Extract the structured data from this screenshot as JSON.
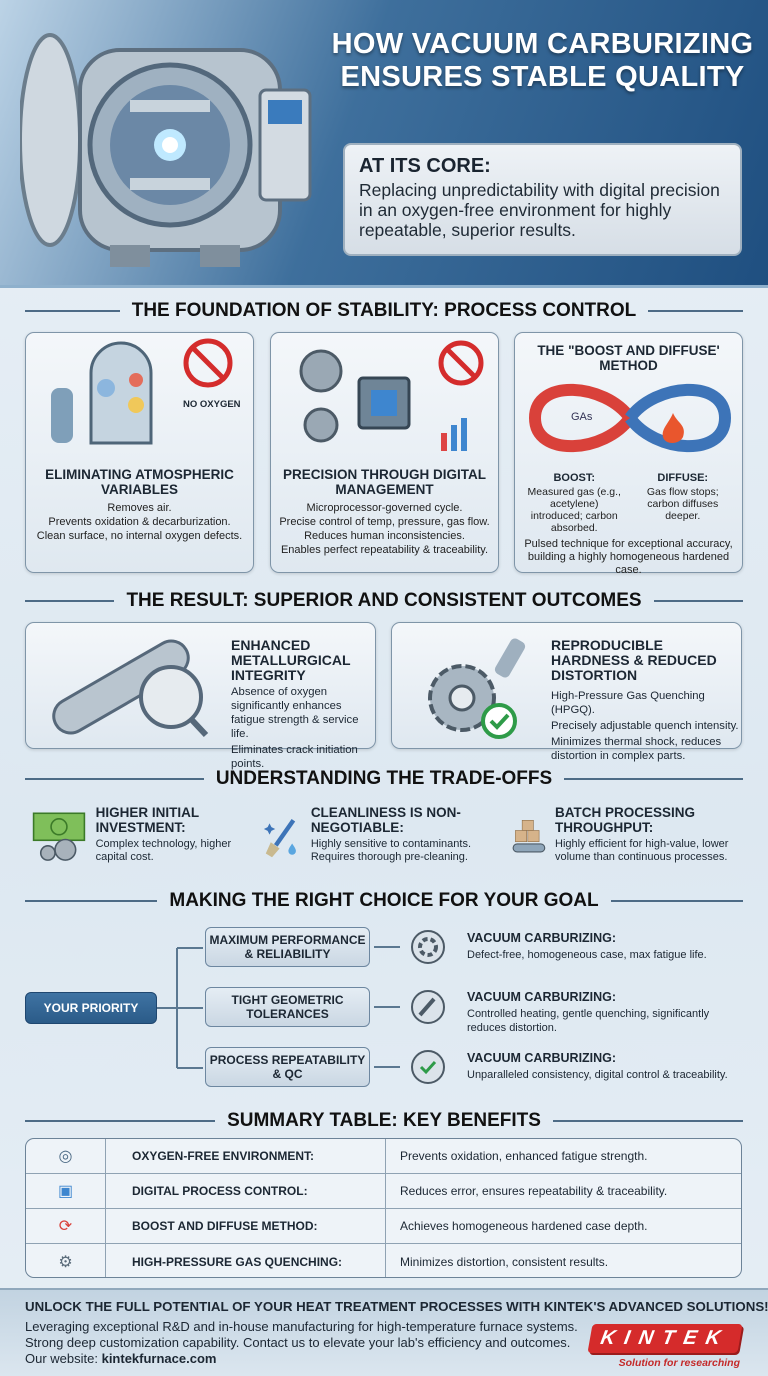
{
  "header": {
    "title": "HOW VACUUM CARBURIZING ENSURES STABLE QUALITY",
    "core_label": "AT ITS CORE:",
    "core_text": "Replacing unpredictability with digital precision in an oxygen-free environment for highly repeatable, superior results."
  },
  "foundation": {
    "title": "THE FOUNDATION OF STABILITY: PROCESS CONTROL",
    "cards": [
      {
        "icon": "vacuum-chamber-icon",
        "badge": "NO OXYGEN",
        "title": "ELIMINATING ATMOSPHERIC VARIABLES",
        "lines": [
          "Removes air.",
          "Prevents oxidation & decarburization.",
          "Clean surface, no internal oxygen defects."
        ]
      },
      {
        "icon": "microprocessor-icon",
        "title": "PRECISION THROUGH DIGITAL MANAGEMENT",
        "lines": [
          "Microprocessor-governed cycle.",
          "Precise control of temp, pressure, gas flow.",
          "Reduces human inconsistencies.",
          "Enables perfect repeatability & traceability."
        ]
      },
      {
        "icon": "boost-diffuse-cycle-icon",
        "title": "THE \"BOOST AND DIFFUSE' METHOD",
        "gas_label": "GAs",
        "boost_label": "BOOST:",
        "boost_text": "Measured gas (e.g., acetylene) introduced; carbon absorbed.",
        "diffuse_label": "DIFFUSE:",
        "diffuse_text": "Gas flow stops; carbon diffuses deeper.",
        "summary": "Pulsed technique for exceptional accuracy, building a highly homogeneous hardened case."
      }
    ]
  },
  "result": {
    "title": "THE RESULT: SUPERIOR AND CONSISTENT OUTCOMES",
    "cards": [
      {
        "icon": "magnifier-shaft-icon",
        "title": "ENHANCED METALLURGICAL INTEGRITY",
        "lines": [
          "Absence of oxygen significantly enhances fatigue strength & service life.",
          "Eliminates crack initiation points."
        ]
      },
      {
        "icon": "gear-quench-check-icon",
        "title": "REPRODUCIBLE HARDNESS & REDUCED DISTORTION",
        "lines": [
          "High-Pressure Gas Quenching (HPGQ).",
          "Precisely adjustable quench intensity.",
          "Minimizes thermal shock, reduces distortion in complex parts."
        ]
      }
    ]
  },
  "tradeoffs": {
    "title": "UNDERSTANDING THE TRADE-OFFS",
    "items": [
      {
        "icon": "money-gears-icon",
        "title": "HIGHER INITIAL INVESTMENT:",
        "text": "Complex technology, higher capital cost."
      },
      {
        "icon": "brush-icon",
        "title": "CLEANLINESS IS NON-NEGOTIABLE:",
        "text": "Highly sensitive to contaminants. Requires thorough pre-cleaning."
      },
      {
        "icon": "boxes-conveyor-icon",
        "title": "BATCH PROCESSING THROUGHPUT:",
        "text": "Highly efficient for high-value, lower volume than continuous processes."
      }
    ]
  },
  "choice": {
    "title": "MAKING THE RIGHT CHOICE FOR YOUR GOAL",
    "priority": "YOUR PRIORITY",
    "options": [
      {
        "goal": "MAXIMUM PERFORMANCE & RELIABILITY",
        "icon": "gear-icon",
        "result_title": "VACUUM CARBURIZING:",
        "result_text": "Defect-free, homogeneous case, max fatigue life."
      },
      {
        "goal": "TIGHT GEOMETRIC TOLERANCES",
        "icon": "micrometer-icon",
        "result_title": "VACUUM CARBURIZING:",
        "result_text": "Controlled heating, gentle quenching, significantly reduces distortion."
      },
      {
        "goal": "PROCESS REPEATABILITY & QC",
        "icon": "check-magnifier-icon",
        "result_title": "VACUUM CARBURIZING:",
        "result_text": "Unparalleled consistency, digital control & traceability."
      }
    ]
  },
  "summary": {
    "title": "SUMMARY TABLE: KEY BENEFITS",
    "rows": [
      {
        "icon": "furnace-icon",
        "key": "OXYGEN-FREE ENVIRONMENT:",
        "value": "Prevents oxidation, enhanced fatigue strength."
      },
      {
        "icon": "chip-icon",
        "key": "DIGITAL PROCESS CONTROL:",
        "value": "Reduces error, ensures repeatability & traceability."
      },
      {
        "icon": "cycle-icon",
        "key": "BOOST AND DIFFUSE METHOD:",
        "value": "Achieves homogeneous hardened case depth."
      },
      {
        "icon": "gear-check-icon",
        "key": "HIGH-PRESSURE GAS QUENCHING:",
        "value": "Minimizes distortion, consistent results."
      }
    ]
  },
  "footer": {
    "headline": "UNLOCK THE FULL POTENTIAL OF YOUR HEAT TREATMENT PROCESSES WITH KINTEK'S ADVANCED SOLUTIONS!",
    "line1": "Leveraging exceptional R&D and in-house manufacturing for high-temperature furnace systems.",
    "line2": "Strong deep customization capability. Contact us to elevate your lab's efficiency and outcomes.",
    "website_label": "Our website: ",
    "website": "kintekfurnace.com",
    "logo_text": "KINTEK",
    "logo_tagline": "Solution for researching"
  },
  "colors": {
    "hero": "#1f4f80",
    "accent_red": "#d52b2b",
    "boost": "#d9413a",
    "diffuse": "#3d74b8",
    "check": "#2e9b48"
  }
}
